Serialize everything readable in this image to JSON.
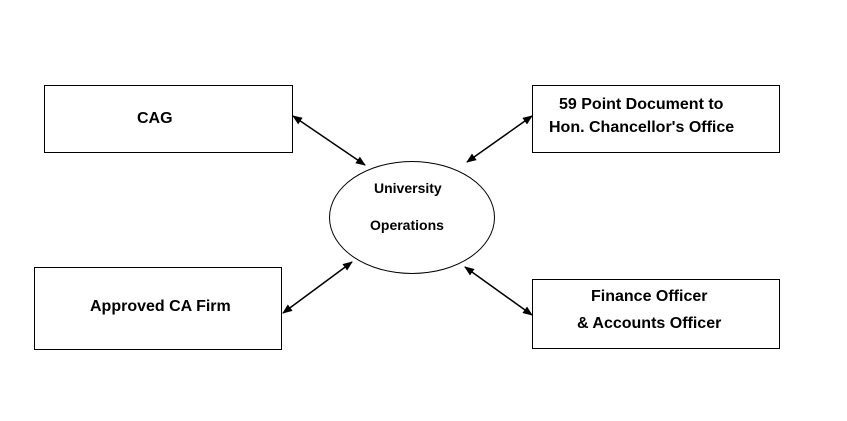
{
  "diagram": {
    "center": {
      "line1": "University",
      "line2": "Operations"
    },
    "nodes": {
      "cag": {
        "line1": "CAG"
      },
      "chancellor_document": {
        "line1": "59 Point Document to",
        "line2": "Hon. Chancellor's Office"
      },
      "ca_firm": {
        "line1": "Approved CA Firm"
      },
      "finance_officer": {
        "line1": "Finance Officer",
        "line2": "& Accounts Officer"
      }
    },
    "connections": [
      {
        "from": "cag",
        "to": "center",
        "arrows": "both"
      },
      {
        "from": "chancellor_document",
        "to": "center",
        "arrows": "both"
      },
      {
        "from": "ca_firm",
        "to": "center",
        "arrows": "both"
      },
      {
        "from": "finance_officer",
        "to": "center",
        "arrows": "both"
      }
    ],
    "colors": {
      "stroke": "#000000",
      "background": "#ffffff"
    }
  }
}
